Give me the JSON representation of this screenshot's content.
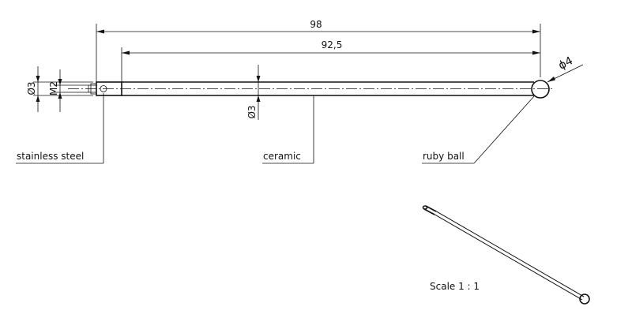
{
  "dimensions": {
    "overall_length": "98",
    "ceramic_length": "92,5",
    "ball_diameter": "ϕ4",
    "shaft_diameter": "Ø3",
    "steel_diameter": "Ø3",
    "thread": "M2"
  },
  "callouts": {
    "stainless_steel": "stainless steel",
    "ceramic": "ceramic",
    "ruby_ball": "ruby ball"
  },
  "scale_label": "Scale 1 : 1"
}
